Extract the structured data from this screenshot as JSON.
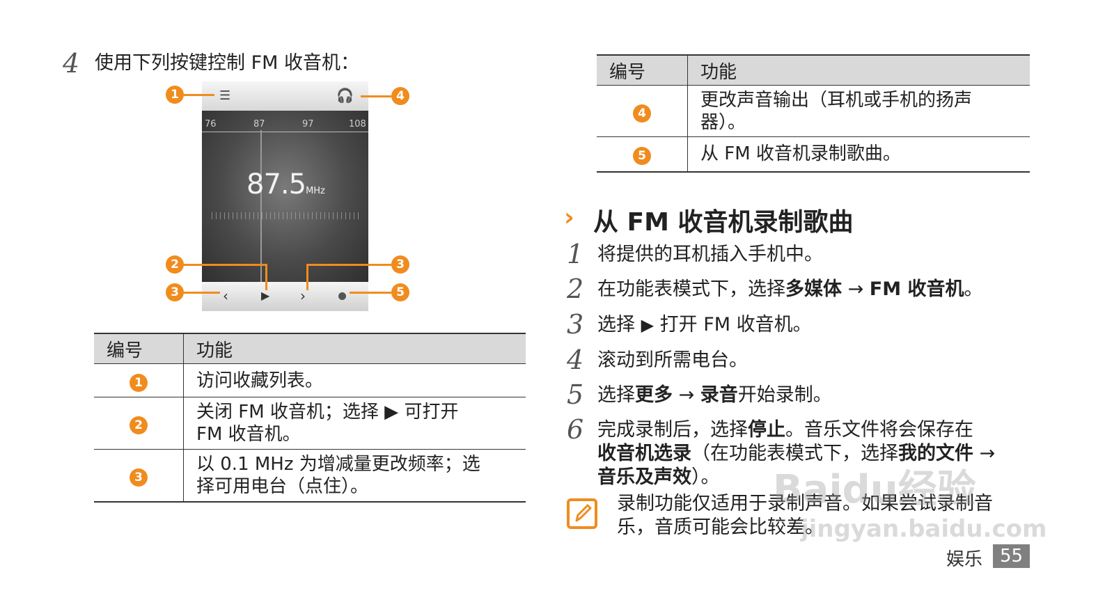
{
  "left": {
    "step4_num": "4",
    "step4_text": "使用下列按键控制 FM 收音机：",
    "phone": {
      "scale": [
        "76",
        "87",
        "97",
        "108"
      ],
      "freq": "87.5",
      "unit": "MHz"
    },
    "callouts": [
      "1",
      "4",
      "2",
      "3",
      "3",
      "5"
    ],
    "table": {
      "header_num": "编号",
      "header_func": "功能",
      "rows": [
        {
          "badge": "1",
          "line1": "访问收藏列表。",
          "line2": ""
        },
        {
          "badge": "2",
          "line1": "关闭 FM 收音机；选择 ▶ 可打开",
          "line2": "FM 收音机。"
        },
        {
          "badge": "3",
          "line1": "以 0.1 MHz 为增减量更改频率；选",
          "line2": "择可用电台（点住）。"
        }
      ]
    }
  },
  "right": {
    "table": {
      "header_num": "编号",
      "header_func": "功能",
      "rows": [
        {
          "badge": "4",
          "line1": "更改声音输出（耳机或手机的扬声",
          "line2": "器）。"
        },
        {
          "badge": "5",
          "line1": "从 FM 收音机录制歌曲。",
          "line2": ""
        }
      ]
    },
    "section_title": "从 FM 收音机录制歌曲",
    "steps": [
      {
        "num": "1",
        "text": "将提供的耳机插入手机中。"
      },
      {
        "num": "2",
        "pre": "在功能表模式下，选择",
        "b1": "多媒体",
        "mid": " → ",
        "b2": "FM 收音机",
        "post": "。"
      },
      {
        "num": "3",
        "pre": "选择 ",
        "post": " 打开 FM 收音机。"
      },
      {
        "num": "4",
        "text": "滚动到所需电台。"
      },
      {
        "num": "5",
        "pre": "选择",
        "b1": "更多",
        "mid": " → ",
        "b2": "录音",
        "post": "开始录制。"
      },
      {
        "num": "6",
        "l1_pre": "完成录制后，选择",
        "l1_b": "停止",
        "l1_post": "。音乐文件将会保存在",
        "l2_b": "收音机选录",
        "l2_mid": "（在功能表模式下，选择",
        "l2_b2": "我的文件",
        "l2_post": " →",
        "l3_b": "音乐及声效",
        "l3_post": "）。"
      }
    ],
    "note_line1": "录制功能仅适用于录制声音。如果尝试录制音",
    "note_line2": "乐，音质可能会比较差。",
    "footer_label": "娱乐",
    "footer_page": "55"
  },
  "watermark": {
    "line1": "Baidu经验",
    "line2": "jingyan.baidu.com"
  },
  "colors": {
    "accent": "#f08c1e",
    "table_header": "#d9d9d9",
    "footer_box": "#808080"
  }
}
